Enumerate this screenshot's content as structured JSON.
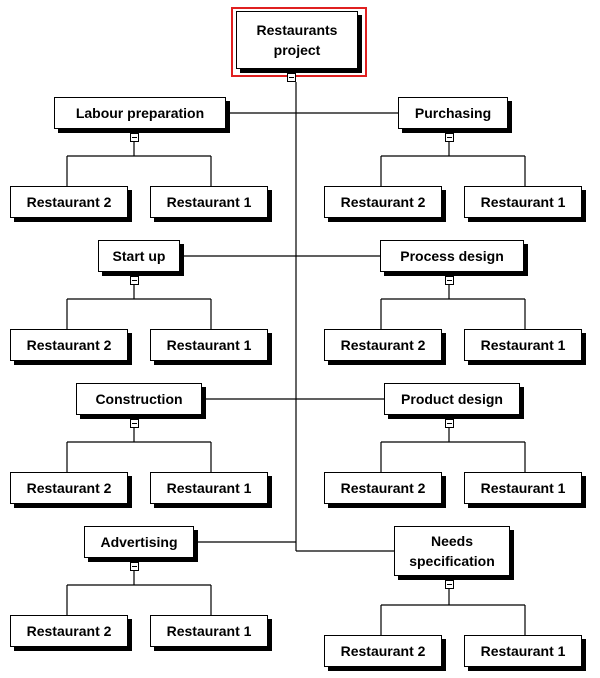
{
  "root": {
    "label": "Restaurants\nproject"
  },
  "categories": [
    {
      "id": "labour-preparation",
      "label": "Labour preparation",
      "children": [
        "Restaurant 2",
        "Restaurant 1"
      ]
    },
    {
      "id": "purchasing",
      "label": "Purchasing",
      "children": [
        "Restaurant 2",
        "Restaurant 1"
      ]
    },
    {
      "id": "start-up",
      "label": "Start up",
      "children": [
        "Restaurant 2",
        "Restaurant 1"
      ]
    },
    {
      "id": "process-design",
      "label": "Process design",
      "children": [
        "Restaurant 2",
        "Restaurant 1"
      ]
    },
    {
      "id": "construction",
      "label": "Construction",
      "children": [
        "Restaurant 2",
        "Restaurant 1"
      ]
    },
    {
      "id": "product-design",
      "label": "Product design",
      "children": [
        "Restaurant 2",
        "Restaurant 1"
      ]
    },
    {
      "id": "advertising",
      "label": "Advertising",
      "children": [
        "Restaurant 2",
        "Restaurant 1"
      ]
    },
    {
      "id": "needs-specification",
      "label": "Needs\nspecification",
      "children": [
        "Restaurant 2",
        "Restaurant 1"
      ]
    }
  ]
}
